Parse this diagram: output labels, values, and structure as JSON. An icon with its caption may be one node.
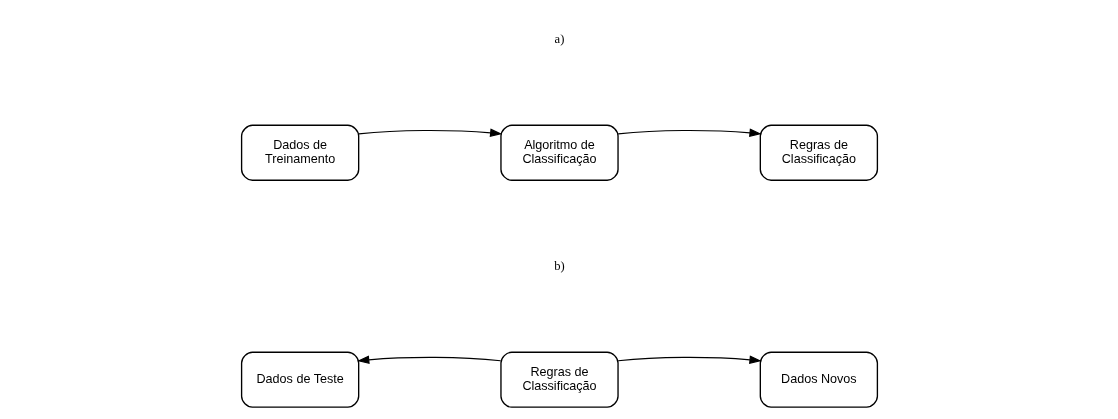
{
  "diagram": {
    "nodes": [
      {
        "text": [
          "Dados de Treinamento"
        ]
      },
      {
        "text": [
          "Algoritmo de Classificação"
        ]
      },
      {
        "text": [
          "Regras de Classificação"
        ]
      },
      {
        "text": [
          "Dados de Teste"
        ]
      },
      {
        "text": [
          "Regras de Classificação"
        ]
      },
      {
        "text": [
          "Dados Novos"
        ]
      }
    ],
    "edges": [
      {
        "from": 0,
        "to": 1,
        "arrow": "to"
      },
      {
        "from": 1,
        "to": 2,
        "arrow": "to"
      },
      {
        "from": 4,
        "to": 3,
        "arrow": "to"
      },
      {
        "from": 4,
        "to": 5,
        "arrow": "to"
      }
    ],
    "labels": [
      "a)",
      "b)"
    ]
  }
}
